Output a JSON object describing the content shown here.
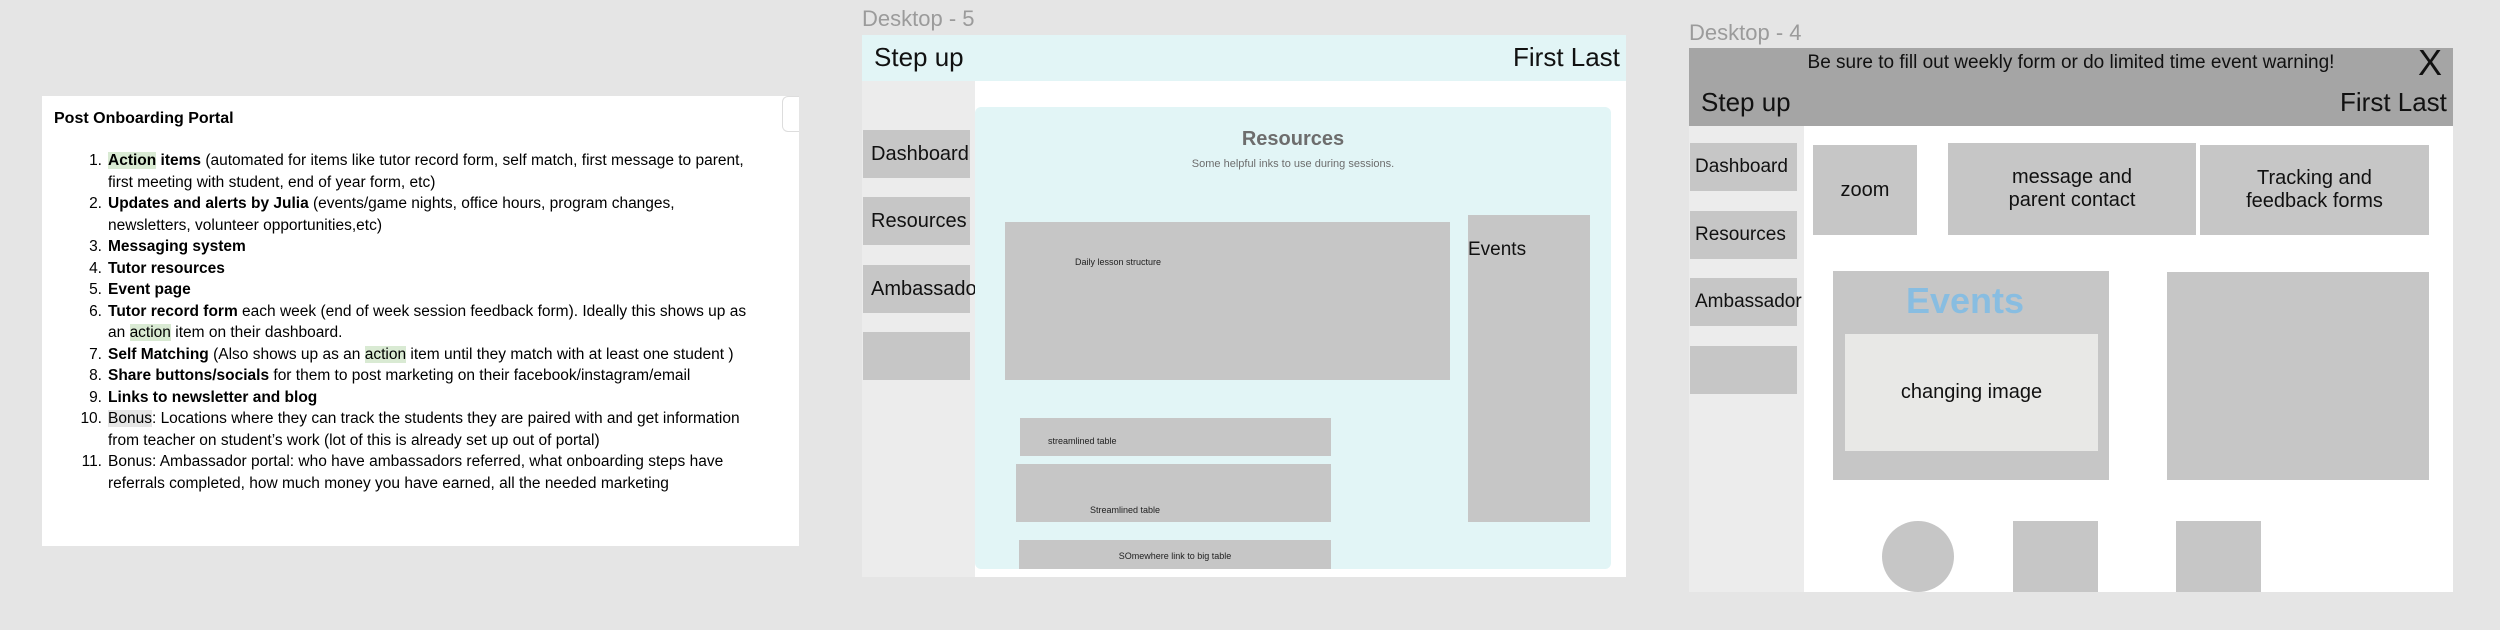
{
  "doc": {
    "title": "Post Onboarding Portal",
    "items": [
      {
        "num": "1.",
        "b1": "Action",
        "b2": " items",
        "rest": " (automated for items like tutor record form, self match, first message to parent, first meeting with student, end of year form, etc)"
      },
      {
        "num": "2.",
        "bold": "Updates and alerts by Julia",
        "rest": " (events/game nights, office hours, program changes, newsletters, volunteer opportunities,etc)"
      },
      {
        "num": "3.",
        "bold": "Messaging system"
      },
      {
        "num": "4.",
        "bold": "Tutor resources"
      },
      {
        "num": "5.",
        "bold": "Event page"
      },
      {
        "num": "6.",
        "bold": "Tutor record form",
        "pre": " each week (end of week session feedback form). Ideally this shows up as an ",
        "hl": "action",
        "post": " item on their dashboard."
      },
      {
        "num": "7.",
        "bold": "Self Matching",
        "pre": " (Also shows up as an ",
        "hl": "action",
        "post": " item until they match with at least one student )"
      },
      {
        "num": "8.",
        "bold": "Share buttons/socials",
        "rest": " for them to post marketing on their facebook/instagram/email"
      },
      {
        "num": "9.",
        "bold": "Links to newsletter and blog"
      },
      {
        "num": "10.",
        "hl": "Bonus",
        "rest": ": Locations where they can track the students they are paired with and get information from teacher on student’s work (lot of this is already set up out of portal)"
      },
      {
        "num": "11.",
        "rest": "Bonus: Ambassador portal: who have ambassadors referred, what onboarding steps have referrals completed, how much money you have earned, all the needed marketing"
      }
    ]
  },
  "desktop5": {
    "frame_title": "Desktop - 5",
    "brand": "Step up",
    "user": "First Last",
    "nav": [
      "Dashboard",
      "Resources",
      "Ambassador",
      ""
    ],
    "resources_title": "Resources",
    "resources_subtitle": "Some helpful inks to use during sessions.",
    "lesson_label": "Daily lesson structure",
    "events_label": "Events",
    "streamlined1": "streamlined table",
    "streamlined2": "Streamlined table",
    "somewhere": "SOmewhere link to big table"
  },
  "desktop4": {
    "frame_title": "Desktop - 4",
    "warning": "Be sure to fill out weekly form or do limited time event warning!",
    "close": "X",
    "brand": "Step up",
    "user": "First Last",
    "nav": [
      "Dashboard",
      "Resources",
      "Ambassador",
      ""
    ],
    "tiles": [
      "zoom",
      "message and\nparent contact",
      "Tracking and\nfeedback forms"
    ],
    "events_title": "Events",
    "changing_image": "changing image"
  },
  "colors": {
    "events_accent": "#88bde1",
    "header_bg": "#e2f5f6",
    "banner_bg": "#a5a5a5"
  }
}
